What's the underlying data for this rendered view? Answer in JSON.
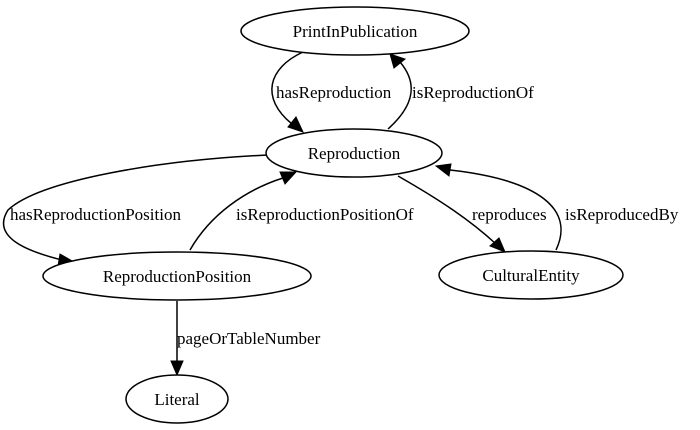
{
  "nodes": {
    "print_in_publication": "PrintInPublication",
    "reproduction": "Reproduction",
    "reproduction_position": "ReproductionPosition",
    "cultural_entity": "CulturalEntity",
    "literal": "Literal"
  },
  "edges": {
    "has_reproduction": "hasReproduction",
    "is_reproduction_of": "isReproductionOf",
    "has_reproduction_position": "hasReproductionPosition",
    "is_reproduction_position_of": "isReproductionPositionOf",
    "reproduces": "reproduces",
    "is_reproduced_by": "isReproducedBy",
    "page_or_table_number": "pageOrTableNumber"
  }
}
